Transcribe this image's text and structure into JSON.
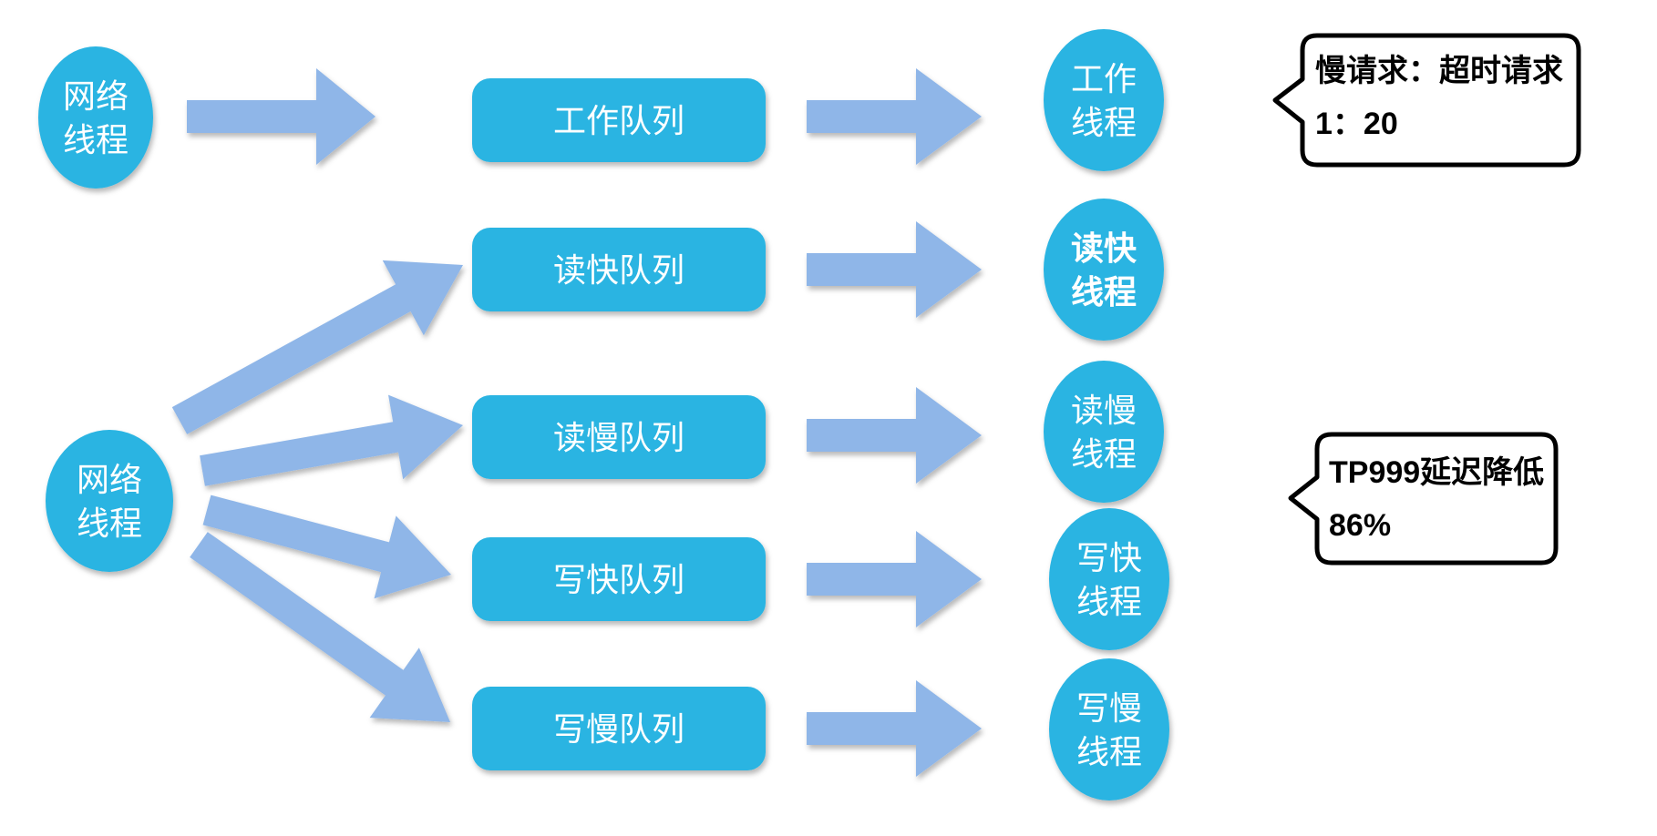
{
  "diagram_title": "request-queue-thread-model",
  "colors": {
    "node": "#29B4E2",
    "arrow": "#8FB6E8",
    "node_text": "#FFFFFF",
    "callout_border": "#000000",
    "callout_bg": "#FFFFFF",
    "callout_text": "#000000"
  },
  "left_nodes": [
    {
      "line1": "网络",
      "line2": "线程"
    },
    {
      "line1": "网络",
      "line2": "线程"
    }
  ],
  "queues": [
    {
      "label": "工作队列"
    },
    {
      "label": "读快队列"
    },
    {
      "label": "读慢队列"
    },
    {
      "label": "写快队列"
    },
    {
      "label": "写慢队列"
    }
  ],
  "threads": [
    {
      "line1": "工作",
      "line2": "线程",
      "bold": false
    },
    {
      "line1": "读快",
      "line2": "线程",
      "bold": true
    },
    {
      "line1": "读慢",
      "line2": "线程",
      "bold": false
    },
    {
      "line1": "写快",
      "line2": "线程",
      "bold": false
    },
    {
      "line1": "写慢",
      "line2": "线程",
      "bold": false
    }
  ],
  "callouts": [
    {
      "line1": "慢请求：超时请求",
      "line2": "1：20"
    },
    {
      "line1": "TP999延迟降低",
      "line2": "86%"
    }
  ]
}
